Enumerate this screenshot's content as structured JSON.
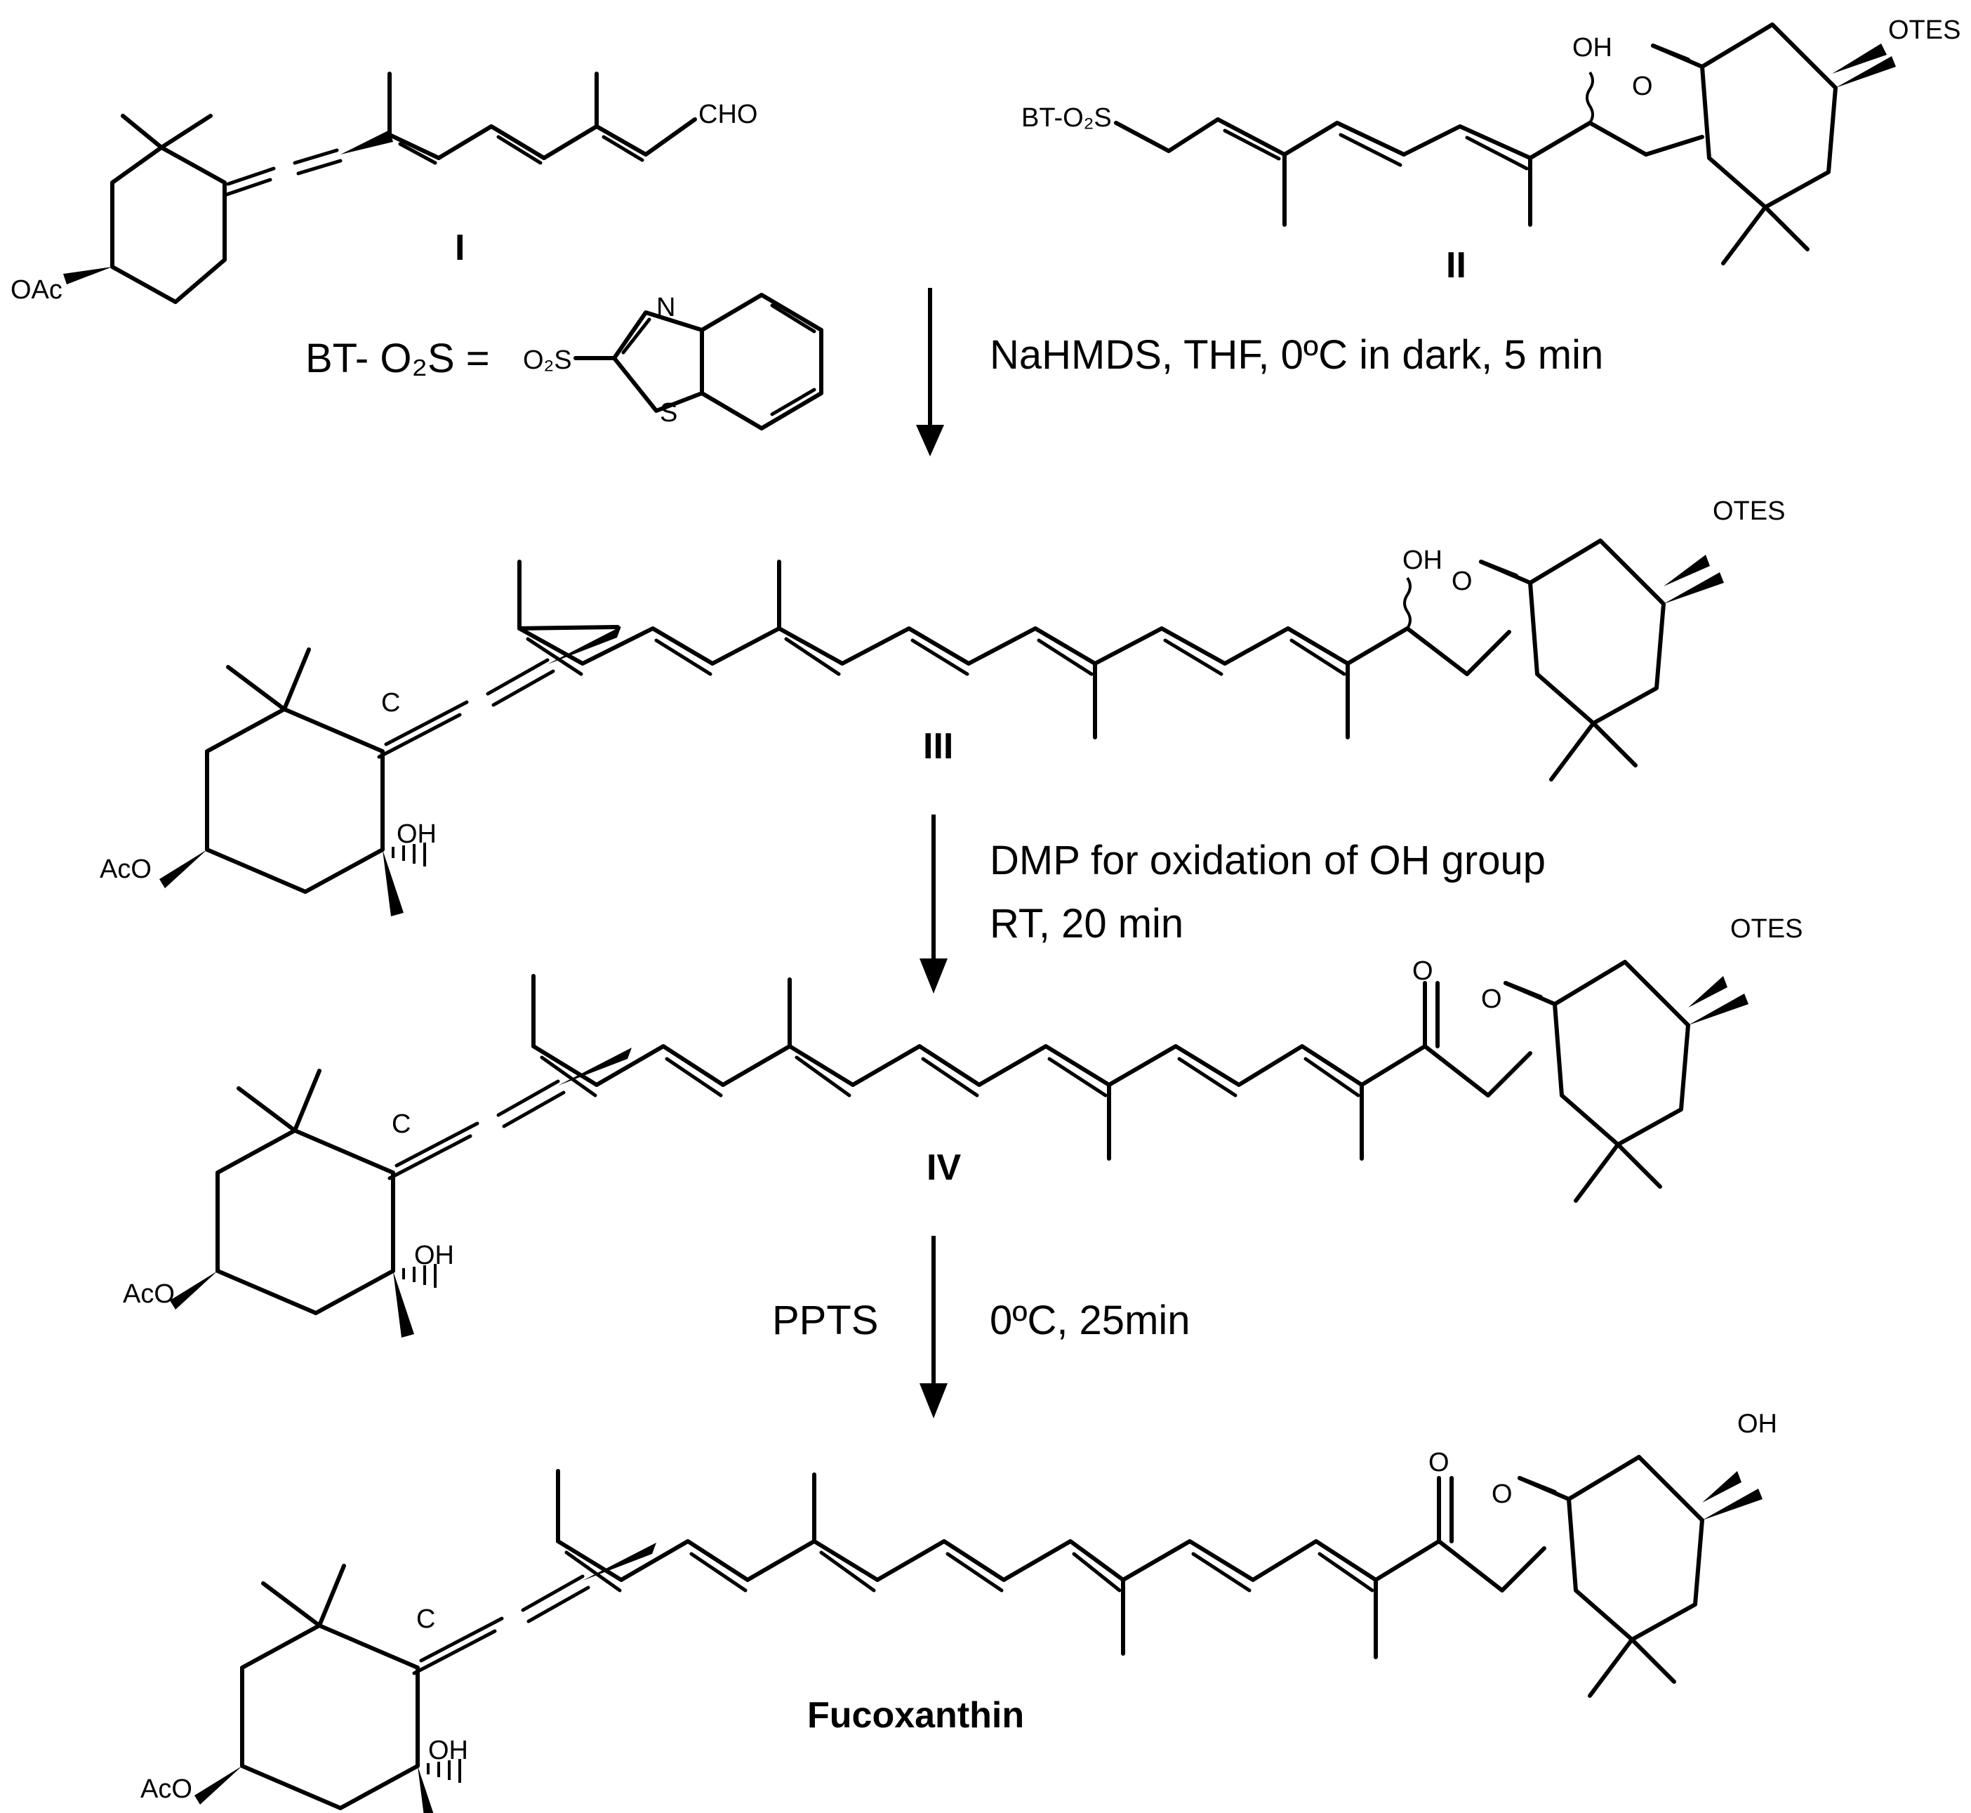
{
  "compounds": {
    "I": "I",
    "II": "II",
    "III": "III",
    "IV": "IV",
    "product": "Fucoxanthin"
  },
  "atoms": {
    "oac": "OAc",
    "aco": "AcO",
    "oh": "OH",
    "cho": "CHO",
    "otes": "OTES",
    "o": "O",
    "c": "C",
    "n": "N",
    "s": "S",
    "o2s": "O₂S",
    "bt_o2s": "BT-O₂S"
  },
  "legend": {
    "bt_definition": "BT- O₂S ="
  },
  "steps": [
    {
      "reagent_left": "",
      "conditions": [
        "NaHMDS, THF, 0ºC in dark, 5 min"
      ]
    },
    {
      "reagent_left": "",
      "conditions": [
        "DMP for oxidation of OH group",
        "RT, 20 min"
      ]
    },
    {
      "reagent_left": "PPTS",
      "conditions": [
        "0ºC, 25min"
      ]
    }
  ]
}
